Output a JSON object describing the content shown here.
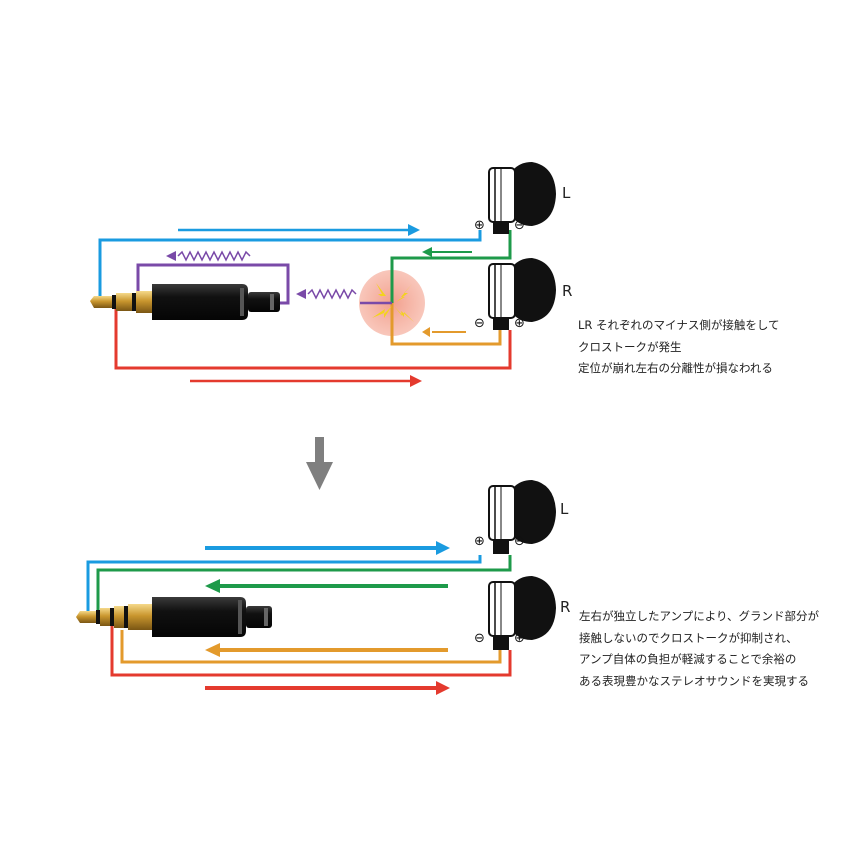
{
  "top": {
    "label_left": "L",
    "label_right": "R",
    "plus_symbol": "⊕",
    "minus_symbol": "⊖",
    "description": [
      "LR それぞれのマイナス側が接触をして",
      "クロストークが発生",
      "定位が崩れ左右の分離性が損なわれる"
    ]
  },
  "bottom": {
    "label_left": "L",
    "label_right": "R",
    "plus_symbol": "⊕",
    "minus_symbol": "⊖",
    "description": [
      "左右が独立したアンプにより、グランド部分が",
      "接触しないのでクロストークが抑制され、",
      "アンプ自体の負担が軽減することで余裕の",
      "ある表現豊かなステレオサウンドを実現する"
    ]
  },
  "colors": {
    "left_signal": "#1a9be0",
    "right_signal": "#e43a2e",
    "left_ground": "#1e9a4a",
    "right_ground": "#e39a2c",
    "crosstalk": "#7a4aa8",
    "crosstalk_glow": "#f4a696",
    "spark": "#f3d31d",
    "down_arrow": "#7f7f7f",
    "plug_body": "#141414",
    "plug_gold": "#c9962e"
  }
}
